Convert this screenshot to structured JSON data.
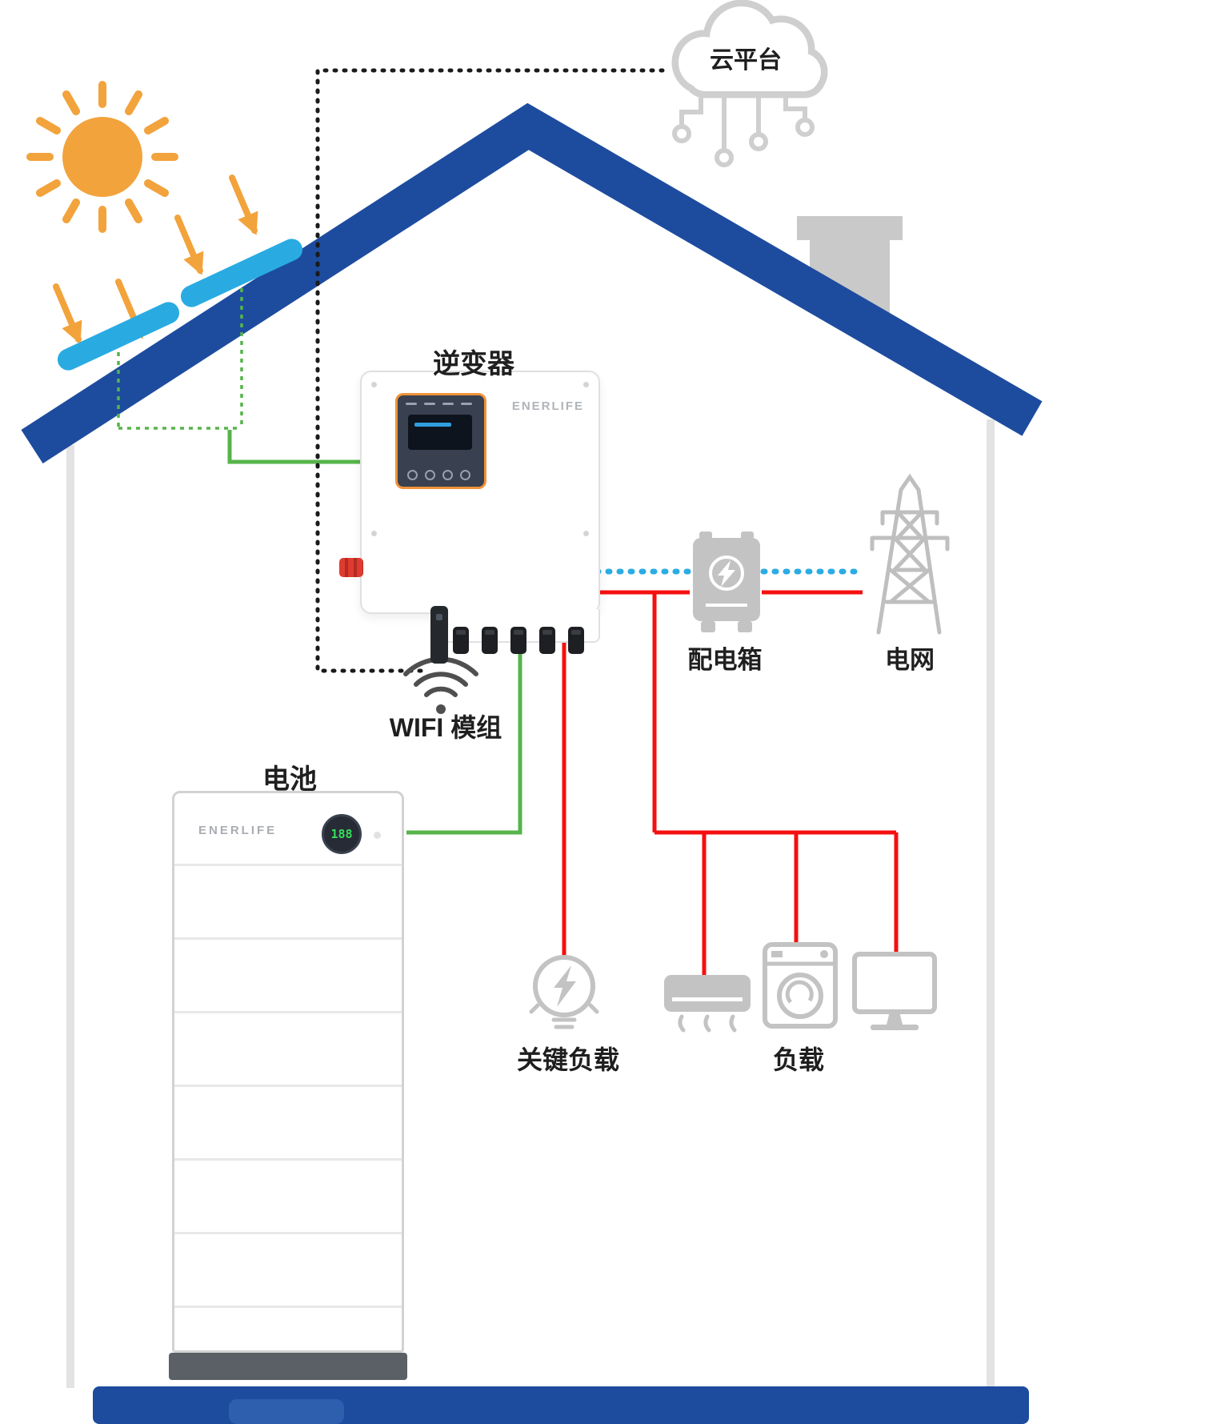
{
  "diagram": {
    "labels": {
      "cloud": "云平台",
      "inverter": "逆变器",
      "wifi_module": "WIFI 模组",
      "battery": "电池",
      "distribution_box": "配电箱",
      "grid": "电网",
      "critical_load": "关键负载",
      "load": "负载"
    },
    "inverter": {
      "brand": "ENERLIFE"
    },
    "battery": {
      "brand": "ENERLIFE",
      "display_value": "188"
    },
    "colors": {
      "roof_blue": "#1d4c9f",
      "sun_orange": "#f2a33c",
      "panel_blue": "#29abe2",
      "pv_line_green": "#56b44a",
      "load_line_red": "#f50f0f",
      "grid_line_cyan": "#2bace3",
      "cloud_dash_black": "#1a1a1a",
      "icon_gray": "#c3c3c3"
    }
  }
}
